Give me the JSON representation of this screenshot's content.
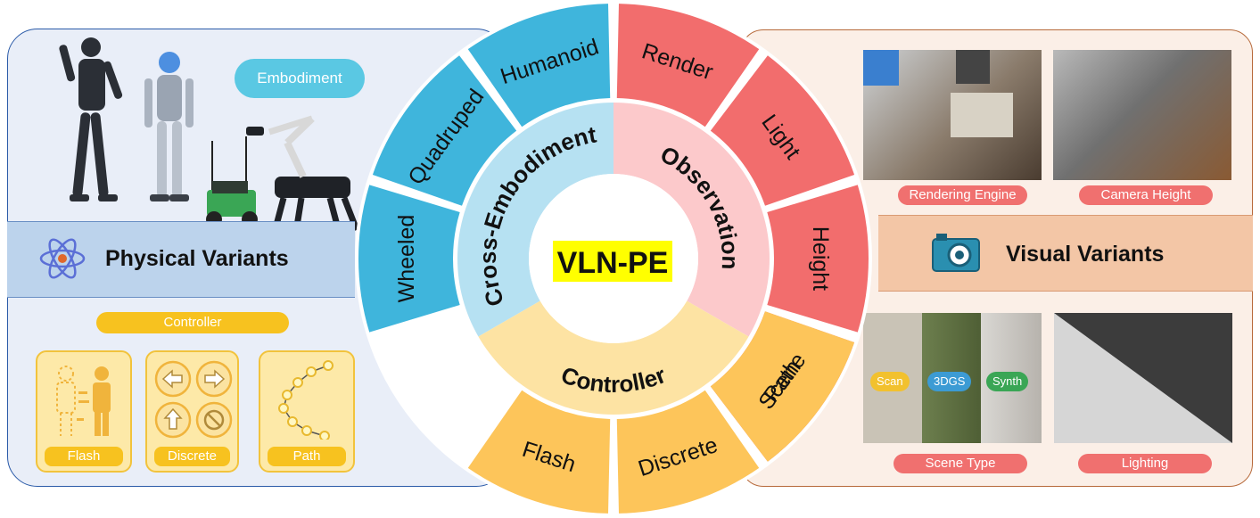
{
  "center": {
    "title": "VLN-PE",
    "inner_labels": [
      "Cross-Embodiment",
      "Observation",
      "Controller"
    ]
  },
  "ring": {
    "blue": [
      "Humanoid",
      "Quadruped",
      "Wheeled"
    ],
    "red": [
      "Render",
      "Light",
      "Height",
      "Scene"
    ],
    "yellow": [
      "Flash",
      "Discrete",
      "Path"
    ]
  },
  "left": {
    "embodiment_label": "Embodiment",
    "band_title": "Physical Variants",
    "controller_label": "Controller",
    "controllers": [
      "Flash",
      "Discrete",
      "Path"
    ]
  },
  "right": {
    "band_title": "Visual Variants",
    "labels": [
      "Rendering Engine",
      "Camera Height",
      "Scene Type",
      "Lighting"
    ],
    "scene_chips": [
      "Scan",
      "3DGS",
      "Synth"
    ]
  },
  "colors": {
    "blue": "#3fb5dc",
    "red": "#f26d6d",
    "yellow": "#fdc55a",
    "inner_blue": "#b6e1f2",
    "inner_red": "#fcc9cb",
    "inner_yellow": "#fde3a3",
    "title_highlight": "#ffff00"
  },
  "icons": [
    "atom-icon",
    "camera-icon",
    "arrow-left-icon",
    "arrow-right-icon",
    "arrow-up-icon",
    "stop-icon"
  ]
}
